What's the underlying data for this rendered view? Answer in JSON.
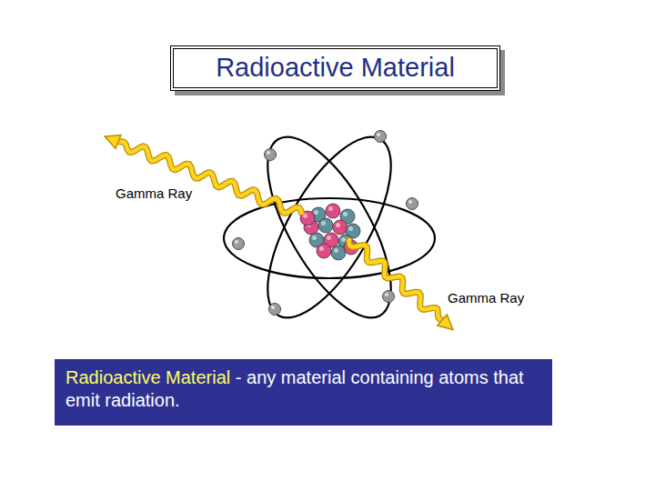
{
  "diagram": {
    "title": "Radioactive Material",
    "nodes": [
      {
        "text": [
          "Radioactive Material",
          "- any material containing atoms that emit radiation."
        ]
      }
    ],
    "labels": [
      "Gamma Ray",
      "Gamma Ray"
    ]
  }
}
